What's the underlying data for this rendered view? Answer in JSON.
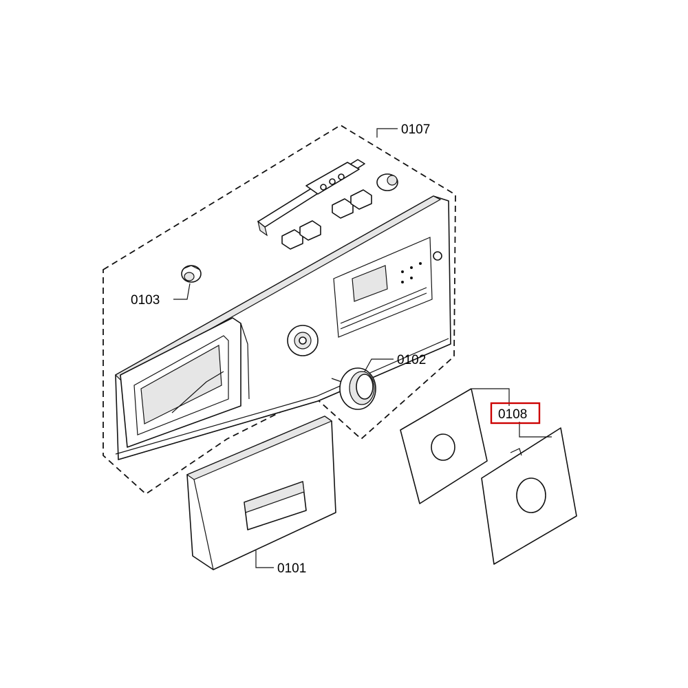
{
  "diagram": {
    "highlight_color": "#cc0000",
    "callouts": {
      "part_0101": "0101",
      "part_0102": "0102",
      "part_0103": "0103",
      "part_0107": "0107",
      "part_0108": "0108"
    }
  }
}
